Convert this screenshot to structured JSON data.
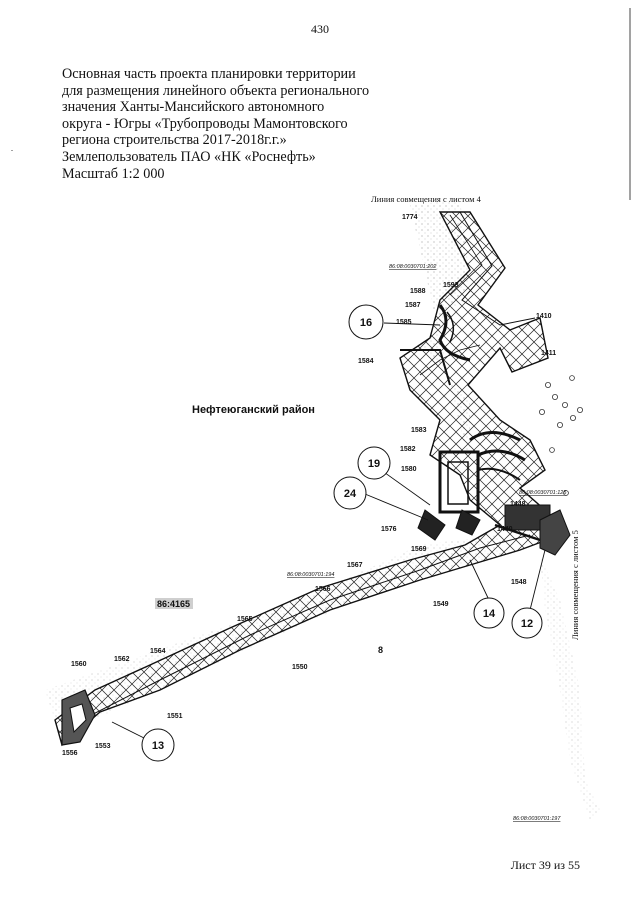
{
  "page_number": "430",
  "title_lines": [
    "Основная часть проекта планировки территории",
    "для размещения линейного объекта регионального",
    "значения Ханты-Мансийского автономного",
    "округа - Югры «Трубопроводы Мамонтовского",
    "региона строительства 2017-2018г.г.»",
    "Землепользователь ПАО «НК «Роснефть»",
    "Масштаб 1:2 000"
  ],
  "map": {
    "district": "Нефтеюганский район",
    "match_line_top": "Линия совмещения с листом 4",
    "match_line_right": "Линия совмещения с листом 5",
    "cadastral": [
      "86:08:0030701:202",
      "86:08:0030701:125",
      "86:08:0030701:194",
      "86:08:0030701:197"
    ],
    "parcel_label": "8",
    "quarter_label": "86:4165",
    "circled": [
      "16",
      "19",
      "24",
      "14",
      "12",
      "13"
    ],
    "points": [
      "1774",
      "1593",
      "1588",
      "1587",
      "1585",
      "1410",
      "1584",
      "1411",
      "1583",
      "1582",
      "1580",
      "1576",
      "1569",
      "1567",
      "1566",
      "1549",
      "1565",
      "1564",
      "1562",
      "1560",
      "1550",
      "1551",
      "1553",
      "1556",
      "1548",
      "1448",
      "1440"
    ]
  },
  "footer": "Лист 39 из 55",
  "colors": {
    "ink": "#111111",
    "hatch": "#222222",
    "bg": "#ffffff",
    "terrain": "#bdbdbd"
  }
}
